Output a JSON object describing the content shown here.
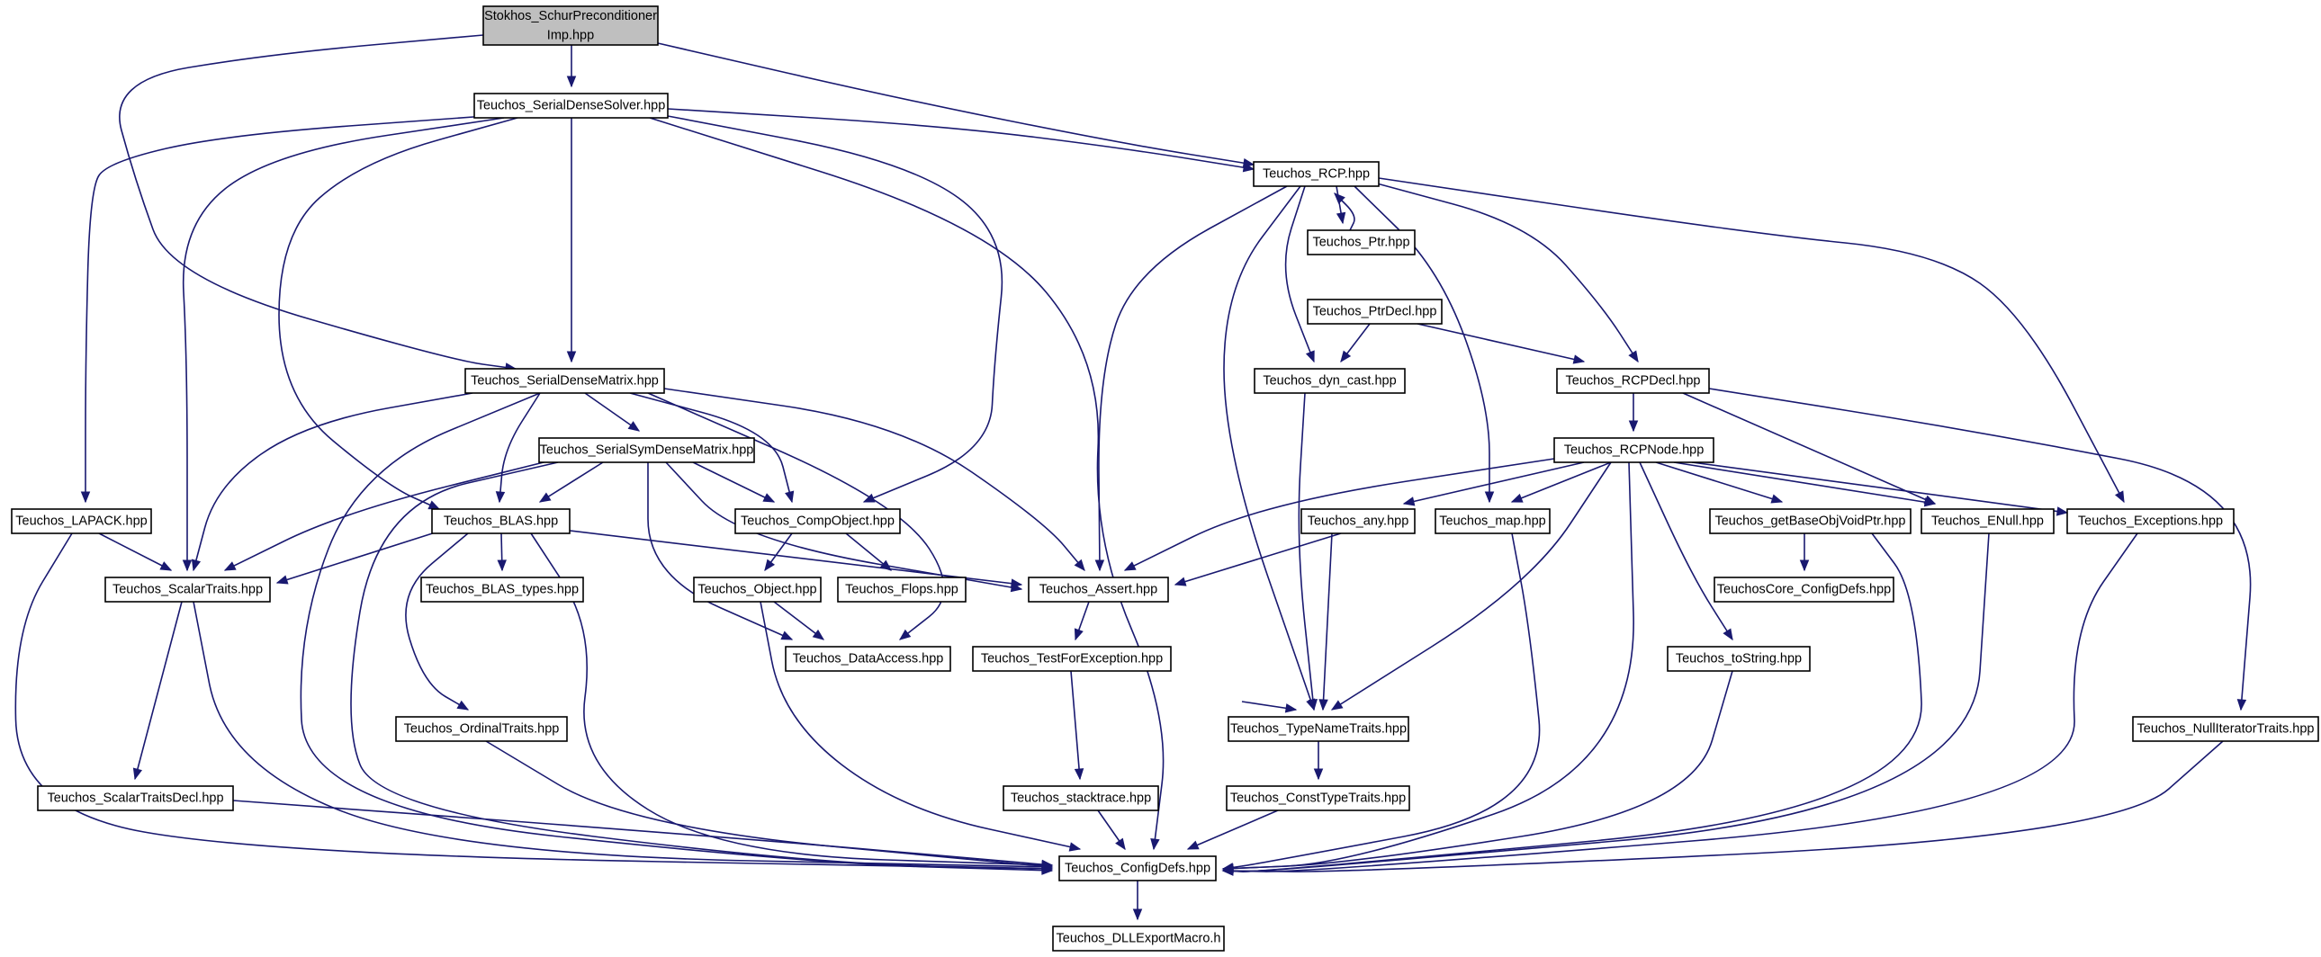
{
  "colors": {
    "edge": "#191970",
    "node_fill": "#ffffff",
    "root_fill": "#bfbfbf",
    "node_border": "#000000",
    "background": "#ffffff"
  },
  "nodes": [
    {
      "id": "root",
      "lines": [
        "Stokhos_SchurPreconditioner",
        "Imp.hpp"
      ],
      "root": true
    },
    {
      "id": "solver",
      "lines": [
        "Teuchos_SerialDenseSolver.hpp"
      ]
    },
    {
      "id": "rcp",
      "lines": [
        "Teuchos_RCP.hpp"
      ]
    },
    {
      "id": "ptr",
      "lines": [
        "Teuchos_Ptr.hpp"
      ]
    },
    {
      "id": "ptrdecl",
      "lines": [
        "Teuchos_PtrDecl.hpp"
      ]
    },
    {
      "id": "dyncast",
      "lines": [
        "Teuchos_dyn_cast.hpp"
      ]
    },
    {
      "id": "rcpdecl",
      "lines": [
        "Teuchos_RCPDecl.hpp"
      ]
    },
    {
      "id": "sdm",
      "lines": [
        "Teuchos_SerialDenseMatrix.hpp"
      ]
    },
    {
      "id": "ssdm",
      "lines": [
        "Teuchos_SerialSymDenseMatrix.hpp"
      ]
    },
    {
      "id": "rcpnode",
      "lines": [
        "Teuchos_RCPNode.hpp"
      ]
    },
    {
      "id": "lapack",
      "lines": [
        "Teuchos_LAPACK.hpp"
      ]
    },
    {
      "id": "blas",
      "lines": [
        "Teuchos_BLAS.hpp"
      ]
    },
    {
      "id": "compobj",
      "lines": [
        "Teuchos_CompObject.hpp"
      ]
    },
    {
      "id": "any",
      "lines": [
        "Teuchos_any.hpp"
      ]
    },
    {
      "id": "map",
      "lines": [
        "Teuchos_map.hpp"
      ]
    },
    {
      "id": "getbase",
      "lines": [
        "Teuchos_getBaseObjVoidPtr.hpp"
      ]
    },
    {
      "id": "enull",
      "lines": [
        "Teuchos_ENull.hpp"
      ]
    },
    {
      "id": "exceptions",
      "lines": [
        "Teuchos_Exceptions.hpp"
      ]
    },
    {
      "id": "scalartraits",
      "lines": [
        "Teuchos_ScalarTraits.hpp"
      ]
    },
    {
      "id": "blastypes",
      "lines": [
        "Teuchos_BLAS_types.hpp"
      ]
    },
    {
      "id": "object",
      "lines": [
        "Teuchos_Object.hpp"
      ]
    },
    {
      "id": "flops",
      "lines": [
        "Teuchos_Flops.hpp"
      ]
    },
    {
      "id": "assert",
      "lines": [
        "Teuchos_Assert.hpp"
      ]
    },
    {
      "id": "coreconfig",
      "lines": [
        "TeuchosCore_ConfigDefs.hpp"
      ]
    },
    {
      "id": "dataaccess",
      "lines": [
        "Teuchos_DataAccess.hpp"
      ]
    },
    {
      "id": "testforexc",
      "lines": [
        "Teuchos_TestForException.hpp"
      ]
    },
    {
      "id": "tostring",
      "lines": [
        "Teuchos_toString.hpp"
      ]
    },
    {
      "id": "ordinal",
      "lines": [
        "Teuchos_OrdinalTraits.hpp"
      ]
    },
    {
      "id": "typename",
      "lines": [
        "Teuchos_TypeNameTraits.hpp"
      ]
    },
    {
      "id": "nulliter",
      "lines": [
        "Teuchos_NullIteratorTraits.hpp"
      ]
    },
    {
      "id": "scalardecl",
      "lines": [
        "Teuchos_ScalarTraitsDecl.hpp"
      ]
    },
    {
      "id": "stacktrace",
      "lines": [
        "Teuchos_stacktrace.hpp"
      ]
    },
    {
      "id": "consttype",
      "lines": [
        "Teuchos_ConstTypeTraits.hpp"
      ]
    },
    {
      "id": "configdefs",
      "lines": [
        "Teuchos_ConfigDefs.hpp"
      ]
    },
    {
      "id": "dllexport",
      "lines": [
        "Teuchos_DLLExportMacro.h"
      ]
    }
  ]
}
